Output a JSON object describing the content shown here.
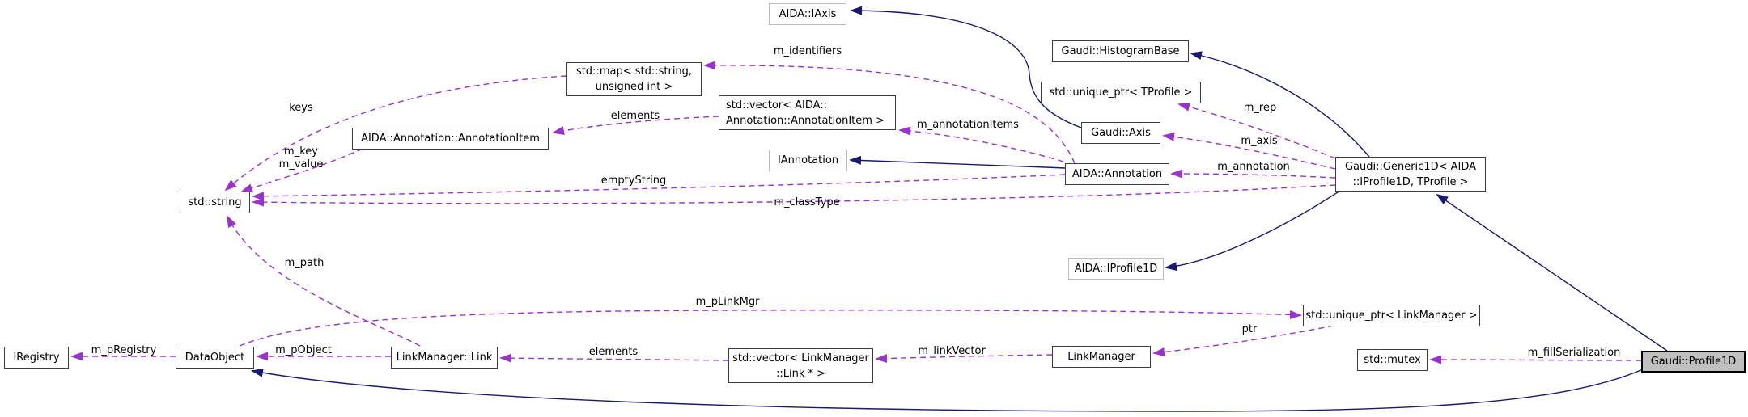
{
  "diagram": {
    "description": "Collaboration graph for Gaudi::Profile1D",
    "colors": {
      "background": "#ffffff",
      "inheritance_edge": "#191970",
      "usage_edge": "#9a32cd",
      "node_border": "#3d3d3d",
      "external_node_border": "#bdbdbd",
      "highlight_fill": "#bfbfbf"
    },
    "nodes": {
      "aida_iaxis": {
        "label": "AIDA::IAxis"
      },
      "histogram_base": {
        "label": "Gaudi::HistogramBase"
      },
      "std_map": {
        "line1": "std::map< std::string,",
        "line2": "unsigned int >"
      },
      "unique_ptr_tprofile": {
        "label": "std::unique_ptr< TProfile >"
      },
      "vector_annotation_item": {
        "line1": "std::vector< AIDA::",
        "line2": "Annotation::AnnotationItem >"
      },
      "gaudi_axis": {
        "label": "Gaudi::Axis"
      },
      "annotation_item": {
        "label": "AIDA::Annotation::AnnotationItem"
      },
      "iannotation": {
        "label": "IAnnotation"
      },
      "aida_annotation": {
        "label": "AIDA::Annotation"
      },
      "generic1d": {
        "line1": "Gaudi::Generic1D< AIDA",
        "line2": "::IProfile1D, TProfile >"
      },
      "std_string": {
        "label": "std::string"
      },
      "aida_iprofile1d": {
        "label": "AIDA::IProfile1D"
      },
      "unique_ptr_linkmanager": {
        "label": "std::unique_ptr< LinkManager >"
      },
      "iregistry": {
        "label": "IRegistry"
      },
      "dataobject": {
        "label": "DataObject"
      },
      "linkmanager_link": {
        "label": "LinkManager::Link"
      },
      "vector_link": {
        "line1": "std::vector< LinkManager",
        "line2": "::Link * >"
      },
      "linkmanager": {
        "label": "LinkManager"
      },
      "std_mutex": {
        "label": "std::mutex"
      },
      "profile1d": {
        "label": "Gaudi::Profile1D"
      }
    },
    "edge_labels": {
      "m_identifiers": "m_identifiers",
      "keys": "keys",
      "elements_top": "elements",
      "m_annotation_items": "m_annotationItems",
      "m_key_value": "m_key\nm_value",
      "m_rep": "m_rep",
      "m_axis": "m_axis",
      "m_annotation": "m_annotation",
      "empty_string": "emptyString",
      "m_class_type": "m_classType",
      "m_path": "m_path",
      "m_p_link_mgr": "m_pLinkMgr",
      "ptr": "ptr",
      "m_p_registry": "m_pRegistry",
      "m_p_object": "m_pObject",
      "elements_bottom": "elements",
      "m_link_vector": "m_linkVector",
      "m_fill_serialization": "m_fillSerialization"
    }
  }
}
